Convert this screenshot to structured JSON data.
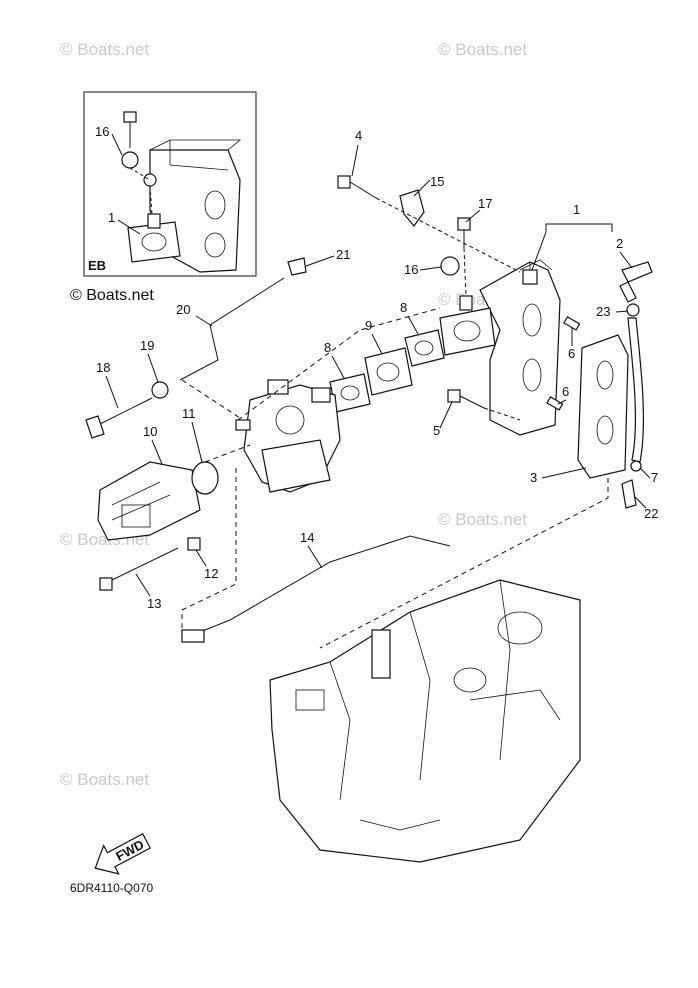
{
  "watermark": "© Boats.net",
  "diagram_code": "6DR4110-Q070",
  "inset_label": "EB",
  "fwd_label": "FWD",
  "callouts": {
    "c1_main": "1",
    "c1_inset": "1",
    "c2": "2",
    "c3": "3",
    "c4": "4",
    "c5": "5",
    "c6a": "6",
    "c6b": "6",
    "c7": "7",
    "c8a": "8",
    "c8b": "8",
    "c9": "9",
    "c10": "10",
    "c11": "11",
    "c12": "12",
    "c13": "13",
    "c14": "14",
    "c15": "15",
    "c16_main": "16",
    "c16_inset": "16",
    "c17": "17",
    "c18": "18",
    "c19": "19",
    "c20": "20",
    "c21": "21",
    "c22": "22",
    "c23": "23"
  }
}
